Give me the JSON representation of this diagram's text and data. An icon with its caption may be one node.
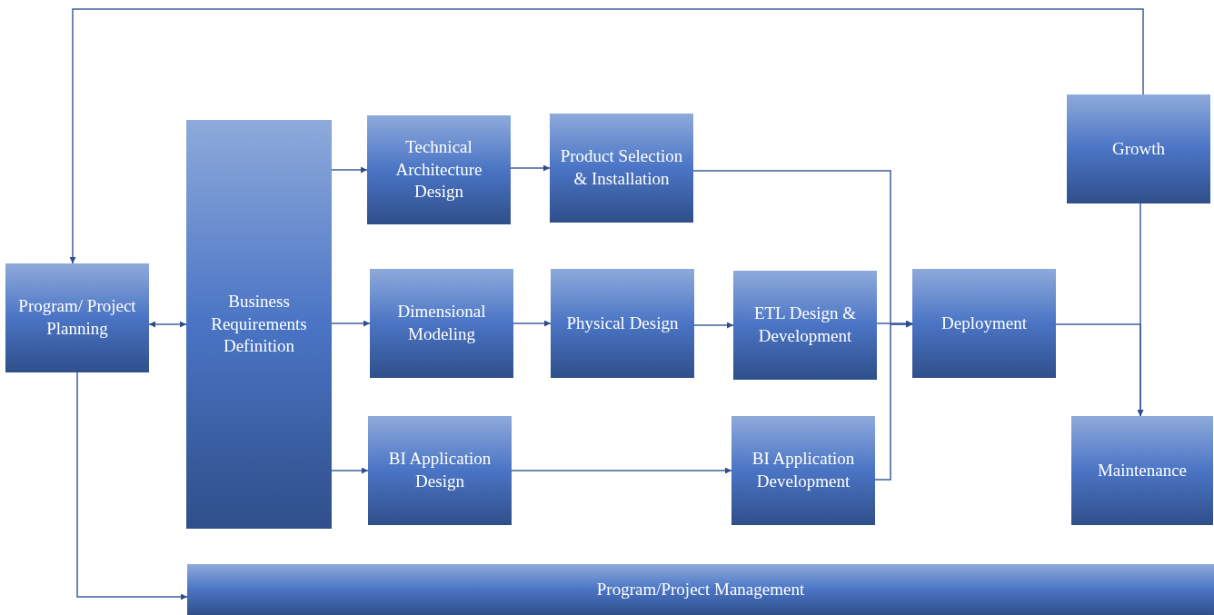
{
  "diagram": {
    "nodes": [
      {
        "text": [
          "Program/ Project Planning"
        ]
      },
      {
        "text": [
          "Business Requirements Definition"
        ]
      },
      {
        "text": [
          "Technical Architecture Design"
        ]
      },
      {
        "text": [
          "Product Selection & Installation"
        ]
      },
      {
        "text": [
          "Dimensional Modeling"
        ]
      },
      {
        "text": [
          "Physical Design"
        ]
      },
      {
        "text": [
          "ETL Design & Development"
        ]
      },
      {
        "text": [
          "Deployment"
        ]
      },
      {
        "text": [
          "Growth"
        ]
      },
      {
        "text": [
          "BI Application Design"
        ]
      },
      {
        "text": [
          "BI Application Development"
        ]
      },
      {
        "text": [
          "Maintenance"
        ]
      },
      {
        "text": [
          "Program/Project Management"
        ]
      }
    ],
    "edges": [
      {
        "from": 0,
        "to": 1,
        "arrow": "both"
      },
      {
        "from": 0,
        "to": 12,
        "arrow": "to"
      },
      {
        "from": 1,
        "to": 2,
        "arrow": "to"
      },
      {
        "from": 1,
        "to": 4,
        "arrow": "to"
      },
      {
        "from": 1,
        "to": 9,
        "arrow": "to"
      },
      {
        "from": 2,
        "to": 3,
        "arrow": "to"
      },
      {
        "from": 4,
        "to": 5,
        "arrow": "to"
      },
      {
        "from": 5,
        "to": 6,
        "arrow": "to"
      },
      {
        "from": 9,
        "to": 10,
        "arrow": "to"
      },
      {
        "from": 3,
        "to": 7,
        "arrow": "to"
      },
      {
        "from": 6,
        "to": 7,
        "arrow": "to"
      },
      {
        "from": 10,
        "to": 7,
        "arrow": "to"
      },
      {
        "from": 7,
        "to": 11,
        "arrow": "to"
      },
      {
        "from": 8,
        "to": 11,
        "arrow": "to"
      },
      {
        "from": 8,
        "to": 0,
        "arrow": "to"
      }
    ]
  }
}
